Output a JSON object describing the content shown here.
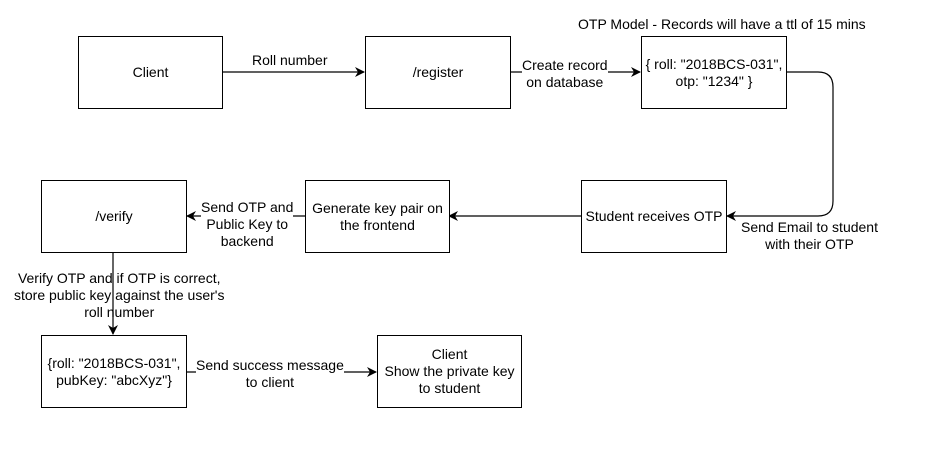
{
  "title": "OTP Model - Records will have a ttl of 15 mins",
  "nodes": {
    "client": "Client",
    "register": "/register",
    "otp_record": [
      "{ roll: \"2018BCS-031\",",
      "otp: \"1234\" }"
    ],
    "student_receives": "Student receives OTP",
    "generate_keys": [
      "Generate key pair on",
      "the frontend"
    ],
    "verify": "/verify",
    "pubkey_record": [
      "{roll: \"2018BCS-031\",",
      "pubKey: \"abcXyz\"}"
    ],
    "client_final": [
      "Client",
      "Show the private key",
      "to student"
    ]
  },
  "edges": {
    "roll_number": "Roll number",
    "create_record": [
      "Create record",
      "on database"
    ],
    "send_email": [
      "Send Email to student",
      "with their OTP"
    ],
    "send_otp": [
      "Send OTP and",
      "Public Key to",
      "backend"
    ],
    "verify_otp": [
      "Verify OTP and if OTP is correct,",
      "store public key against the user's",
      "roll number"
    ],
    "send_success": [
      "Send success message",
      "to client"
    ]
  }
}
